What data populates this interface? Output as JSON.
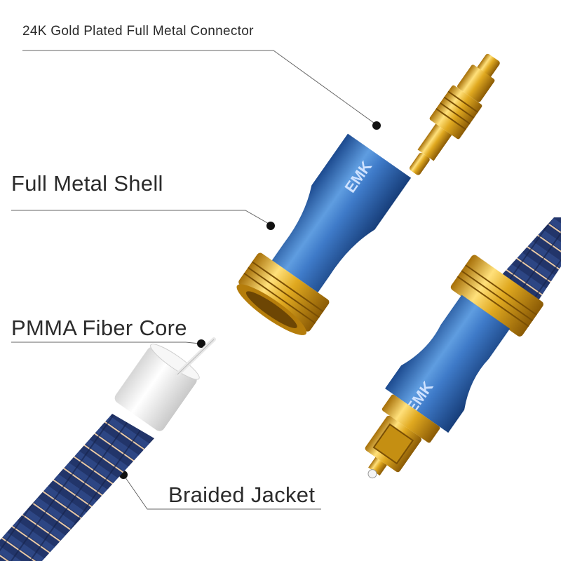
{
  "labels": {
    "connector": "24K Gold Plated Full Metal Connector",
    "shell": "Full Metal Shell",
    "fiber_core": "PMMA Fiber Core",
    "jacket": "Braided Jacket"
  },
  "brand_logo": "EMK",
  "colors": {
    "shell_blue": "#2f63ad",
    "gold": "#d9a21b",
    "braid_navy": "#1d2f5c",
    "braid_stripe": "#e8c9a6",
    "fiber_white": "#f1f1f1",
    "leader_line": "#555555"
  }
}
